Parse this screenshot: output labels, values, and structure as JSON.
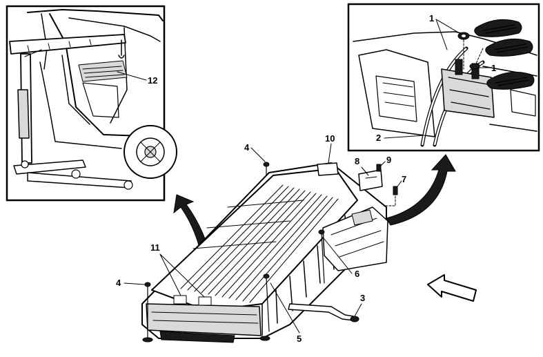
{
  "callouts": {
    "c1a": "1",
    "c1b": "1",
    "c2": "2",
    "c3": "3",
    "c4a": "4",
    "c4b": "4",
    "c5": "5",
    "c6": "6",
    "c7": "7",
    "c8": "8",
    "c9": "9",
    "c10": "10",
    "c11": "11",
    "c12": "12"
  },
  "colors": {
    "line": "#000000",
    "background": "#ffffff",
    "shade": "#d9d9d9"
  }
}
